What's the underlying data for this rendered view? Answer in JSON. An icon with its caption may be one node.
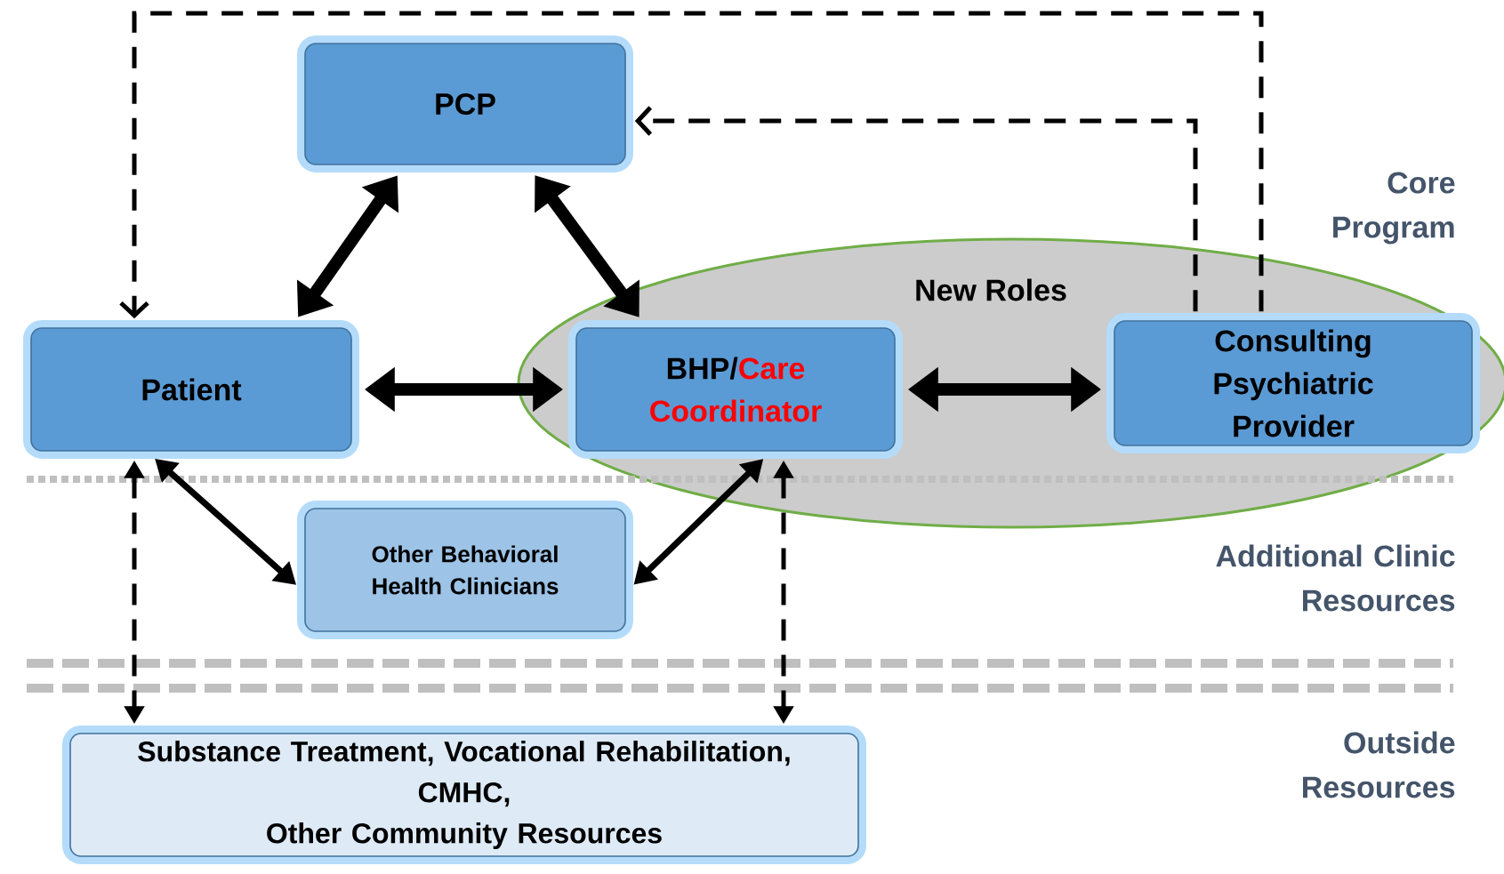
{
  "diagram": {
    "nodes": [
      {
        "text": [
          "PCP"
        ]
      },
      {
        "text": [
          "Patient"
        ]
      },
      {
        "text": [
          "New Roles"
        ]
      },
      {
        "text": [
          "BHP/",
          "Care Coordinator"
        ],
        "in": 2
      },
      {
        "text": [
          "Consulting Psychiatric Provider"
        ],
        "in": 2
      },
      {
        "text": [
          "Other Behavioral Health Clinicians"
        ]
      },
      {
        "text": [
          "Substance Treatment, Vocational Rehabilitation,",
          "CMHC,",
          "Other Community Resources"
        ]
      }
    ],
    "edges": [
      {
        "from": 0,
        "to": 1,
        "arrow": "both",
        "style": "thick"
      },
      {
        "from": 0,
        "to": 3,
        "arrow": "both",
        "style": "thick"
      },
      {
        "from": 1,
        "to": 3,
        "arrow": "both",
        "style": "thick"
      },
      {
        "from": 3,
        "to": 4,
        "arrow": "both",
        "style": "thick"
      },
      {
        "from": 1,
        "to": 5,
        "arrow": "both"
      },
      {
        "from": 3,
        "to": 5,
        "arrow": "both"
      },
      {
        "from": 1,
        "to": 6,
        "arrow": "both",
        "style": "dashed"
      },
      {
        "from": 3,
        "to": 6,
        "arrow": "both",
        "style": "dashed"
      },
      {
        "from": 4,
        "to": 0,
        "arrow": "to",
        "style": "dashed"
      },
      {
        "from": 4,
        "to": 1,
        "arrow": "to",
        "style": "dashed"
      }
    ],
    "labels": [
      "Core Program",
      "Additional Clinic Resources",
      "Outside Resources"
    ]
  }
}
